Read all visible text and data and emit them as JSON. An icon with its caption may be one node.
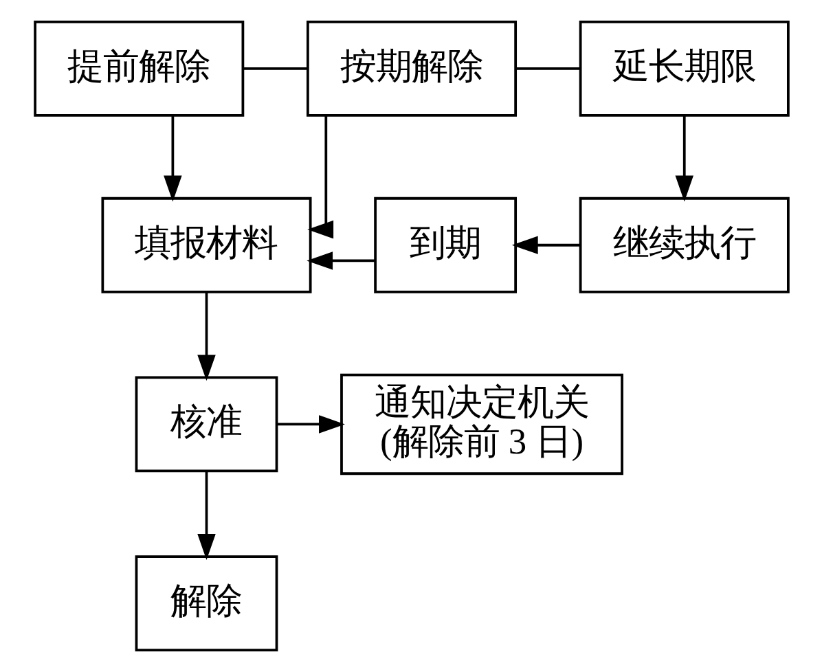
{
  "diagram": {
    "nodes": [
      {
        "text": [
          "提前解除"
        ]
      },
      {
        "text": [
          "按期解除"
        ]
      },
      {
        "text": [
          "延长期限"
        ]
      },
      {
        "text": [
          "填报材料"
        ]
      },
      {
        "text": [
          "到期"
        ]
      },
      {
        "text": [
          "继续执行"
        ]
      },
      {
        "text": [
          "核准"
        ]
      },
      {
        "text": [
          "通知决定机关",
          "(解除前 3 日)"
        ]
      },
      {
        "text": [
          "解除"
        ]
      }
    ],
    "edges": [
      {
        "from": 0,
        "to": 1,
        "arrow": "none"
      },
      {
        "from": 1,
        "to": 2,
        "arrow": "none"
      },
      {
        "from": 0,
        "to": 3,
        "arrow": "to"
      },
      {
        "from": 1,
        "to": 3,
        "arrow": "to"
      },
      {
        "from": 2,
        "to": 5,
        "arrow": "to"
      },
      {
        "from": 5,
        "to": 4,
        "arrow": "to"
      },
      {
        "from": 4,
        "to": 3,
        "arrow": "to"
      },
      {
        "from": 3,
        "to": 6,
        "arrow": "to"
      },
      {
        "from": 6,
        "to": 7,
        "arrow": "to"
      },
      {
        "from": 6,
        "to": 8,
        "arrow": "to"
      }
    ]
  }
}
